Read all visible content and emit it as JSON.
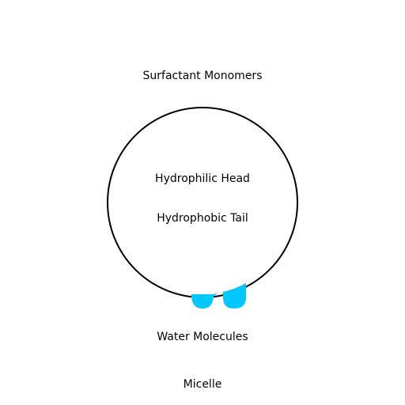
{
  "labels": {
    "surfactant_monomers": "Surfactant Monomers",
    "hydrophilic_head": "Hydrophilic Head",
    "hydrophobic_tail": "Hydrophobic Tail",
    "water_molecules": "Water Molecules",
    "micelle": "Micelle"
  },
  "colors": {
    "outline": "#000000",
    "water_drop": "#00c8ff",
    "background": "#ffffff"
  }
}
